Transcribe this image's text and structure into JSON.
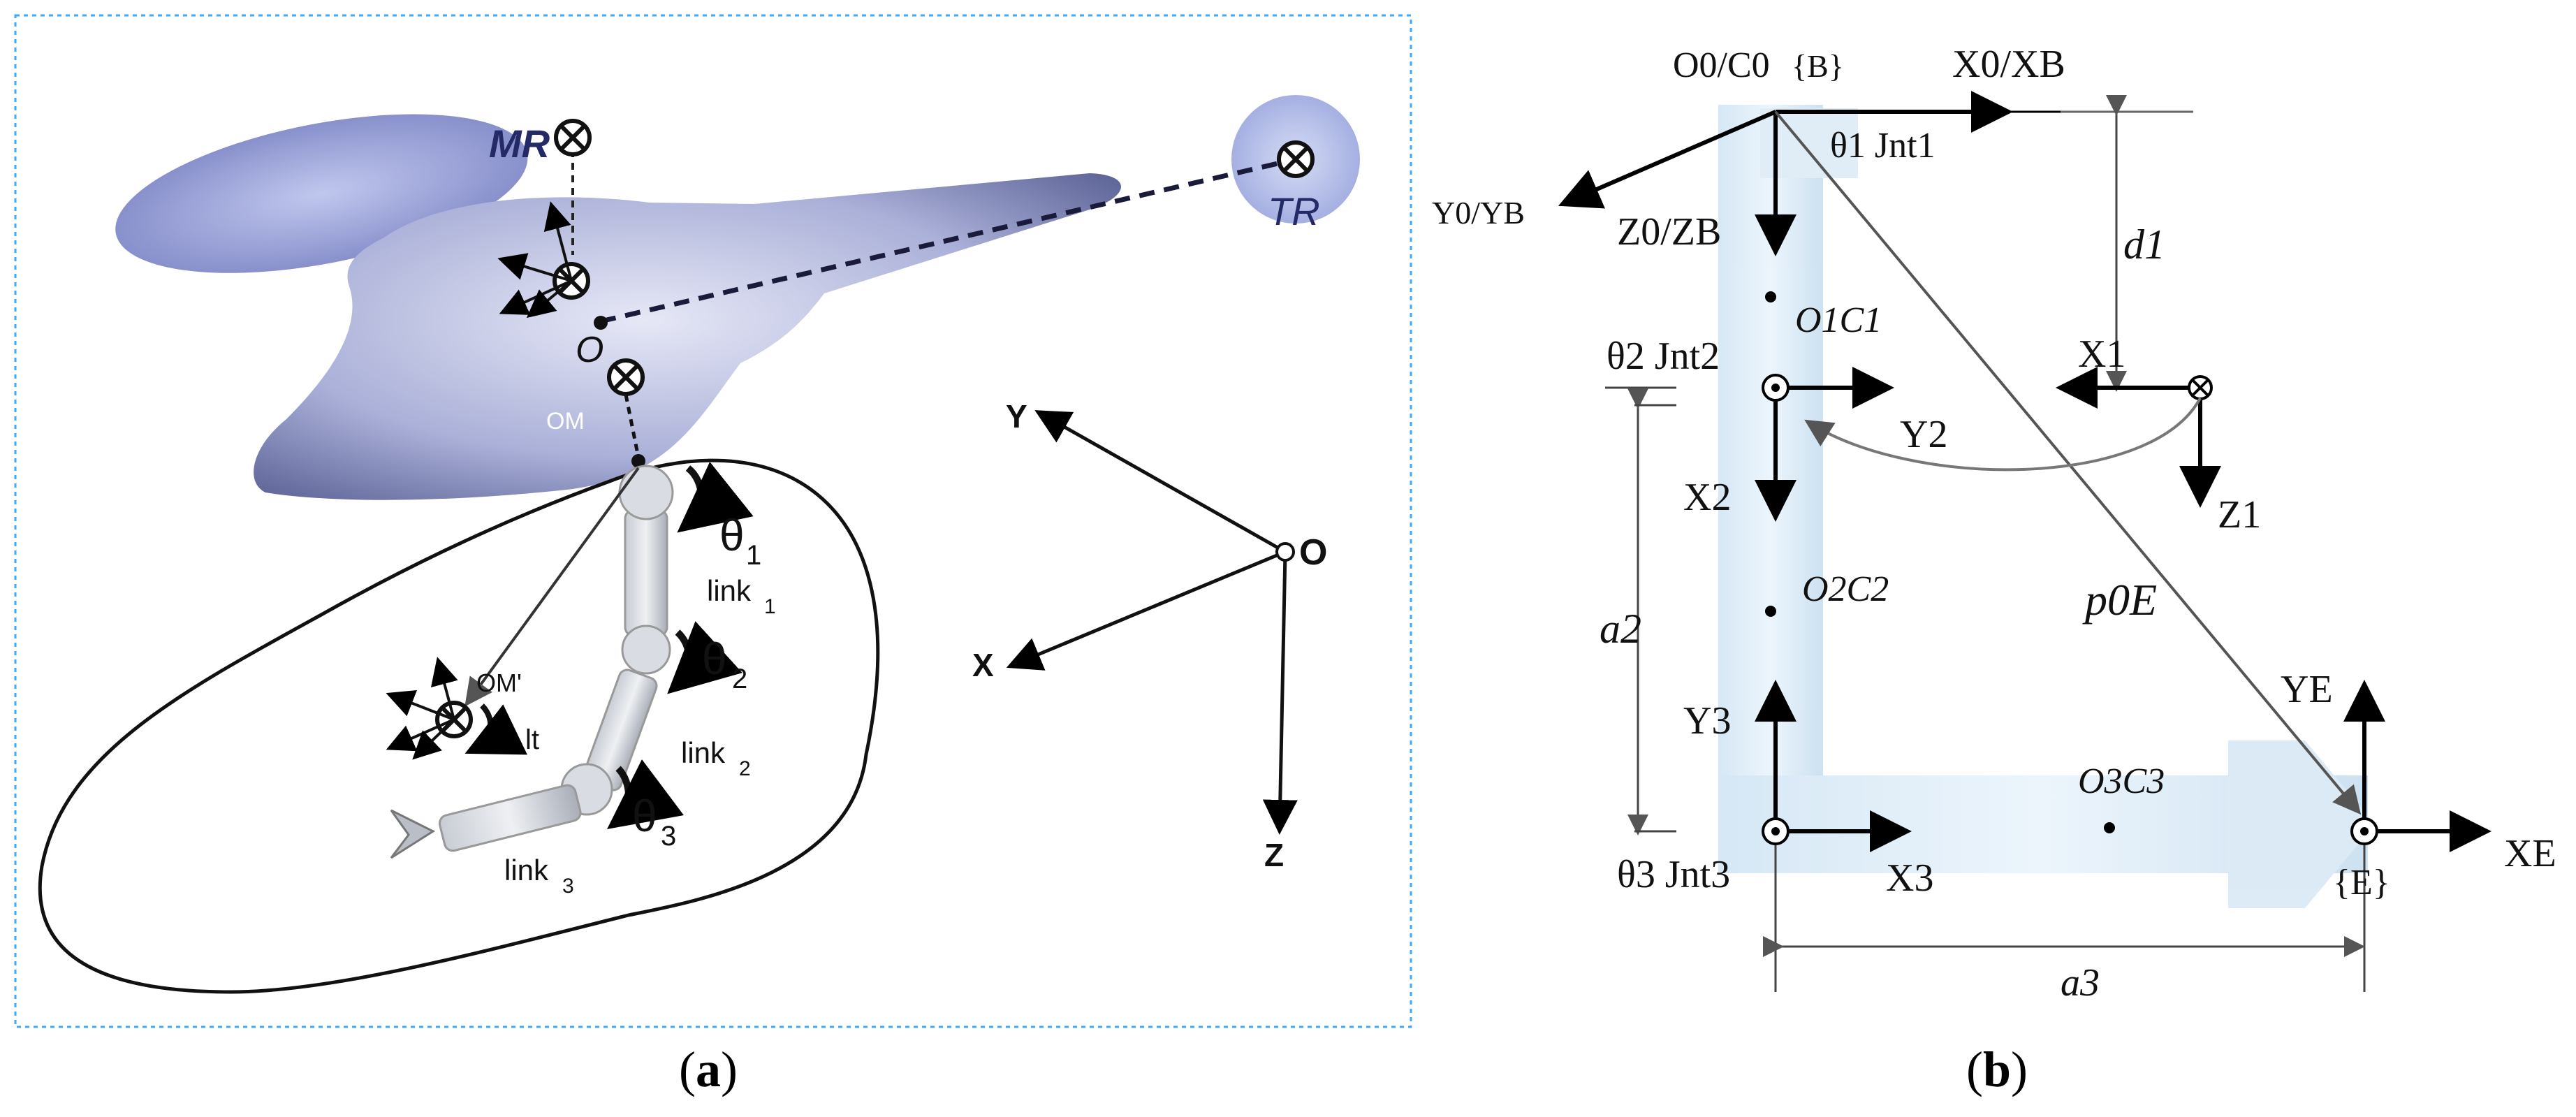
{
  "panel_a": {
    "caption_open": "(",
    "caption_letter": "a",
    "caption_close": ")",
    "labels": {
      "mr": "MR",
      "tr": "TR",
      "o": "O",
      "om": "OM",
      "om_prime": "OM'",
      "lt": "lt",
      "theta1": "θ",
      "theta1_sub": "1",
      "theta2": "θ",
      "theta2_sub": "2",
      "theta3": "θ",
      "theta3_sub": "3",
      "link1": "link",
      "link1_sub": "1",
      "link2": "link",
      "link2_sub": "2",
      "link3": "link",
      "link3_sub": "3"
    },
    "axes": {
      "x": "X",
      "y": "Y",
      "z": "Z",
      "origin": "O"
    }
  },
  "panel_b": {
    "caption_open": "(",
    "caption_letter": "b",
    "caption_close": ")",
    "labels": {
      "o0c0": "O0/C0",
      "b_frame": "{B}",
      "x0xb": "X0/XB",
      "y0yb": "Y0/YB",
      "z0zb": "Z0/ZB",
      "theta1_jnt1": "θ1 Jnt1",
      "d1": "d1",
      "o1c1": "O1C1",
      "theta2_jnt2": "θ2 Jnt2",
      "y2": "Y2",
      "x1": "X1",
      "x2": "X2",
      "z1": "Z1",
      "a2": "a2",
      "o2c2": "O2C2",
      "p0e": "p0E",
      "y3": "Y3",
      "ye": "YE",
      "o3c3": "O3C3",
      "theta3_jnt3": "θ3 Jnt3",
      "x3": "X3",
      "e_frame": "{E}",
      "xe": "XE",
      "a3": "a3"
    }
  }
}
